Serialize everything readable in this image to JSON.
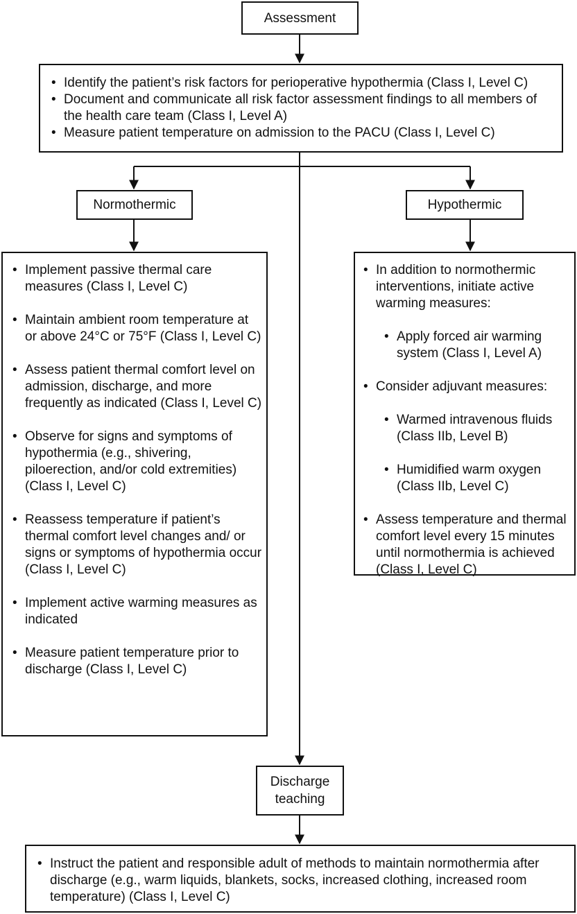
{
  "assessment": {
    "label": "Assessment",
    "items": [
      "Identify the patient’s risk factors for perioperative hypothermia (Class I, Level C)",
      "Document and communicate all risk factor assessment findings to all members of the health care team (Class I, Level A)",
      "Measure patient temperature on admission to the PACU (Class I, Level C)"
    ]
  },
  "normothermic": {
    "label": "Normothermic",
    "items": [
      "Implement passive thermal care measures (Class I, Level C)",
      "Maintain ambient room temperature at or above 24°C or 75°F (Class I, Level C)",
      "Assess patient thermal comfort level on admission, discharge, and more frequently as indicated (Class I, Level C)",
      "Observe for signs and symptoms of hypothermia (e.g., shivering, piloerection, and/or cold extremities) (Class I, Level C)",
      "Reassess temperature if patient’s thermal comfort level changes and/ or signs or symptoms of hypothermia occur (Class I, Level C)",
      "Implement active warming measures as indicated",
      "Measure patient temperature prior to discharge (Class I, Level C)"
    ]
  },
  "hypothermic": {
    "label": "Hypothermic",
    "items": [
      "In addition to normothermic interventions, initiate active warming measures:",
      "Apply forced air warming system (Class I, Level A)",
      "Consider adjuvant measures:",
      "Warmed intravenous fluids (Class IIb, Level B)",
      "Humidified warm oxygen (Class IIb, Level C)",
      "Assess temperature and thermal comfort level every 15 minutes until normothermia is achieved (Class I, Level C)"
    ]
  },
  "discharge": {
    "label": "Discharge teaching",
    "items": [
      "Instruct the patient and responsible adult of methods to maintain normothermia after discharge (e.g., warm liquids, blankets, socks, increased clothing, increased room temperature) (Class I, Level C)"
    ]
  }
}
